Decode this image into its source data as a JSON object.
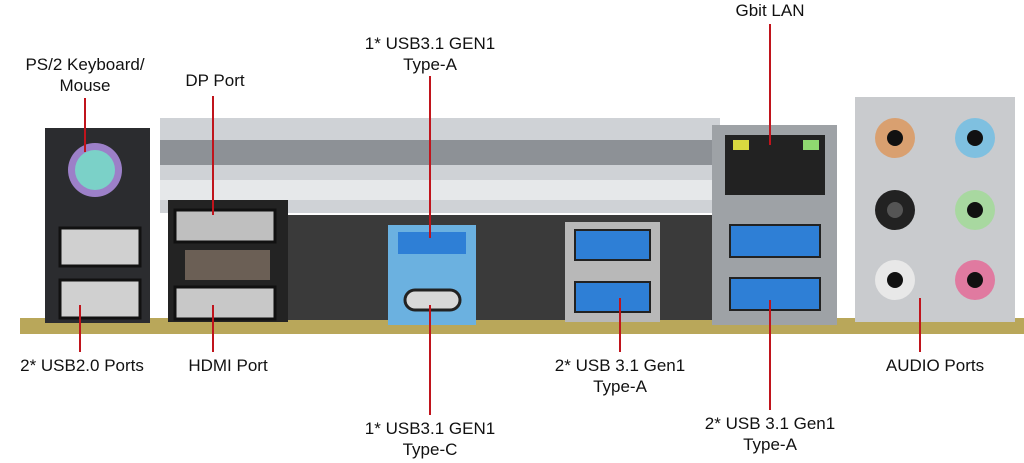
{
  "labels": {
    "ps2": [
      "PS/2 Keyboard/",
      "Mouse"
    ],
    "dp": "DP Port",
    "usb_a_top": [
      "1* USB3.1 GEN1",
      "Type-A"
    ],
    "lan": "Gbit LAN",
    "usb2": "2* USB2.0 Ports",
    "hdmi": "HDMI Port",
    "usb3_mid": [
      "2* USB 3.1 Gen1",
      "Type-A"
    ],
    "usb_c": [
      "1* USB3.1 GEN1",
      "Type-C"
    ],
    "usb3_right": [
      "2* USB 3.1 Gen1",
      "Type-A"
    ],
    "audio": "AUDIO Ports"
  },
  "colors": {
    "leader_line": "#c0141c",
    "usb3_blue": "#2e7fd6",
    "pcb": "#b9a75a",
    "audio_jacks": [
      "#d9a070",
      "#7fc0e0",
      "#222222",
      "#a8d8a0",
      "#e8e8e8",
      "#e07aa0"
    ]
  }
}
